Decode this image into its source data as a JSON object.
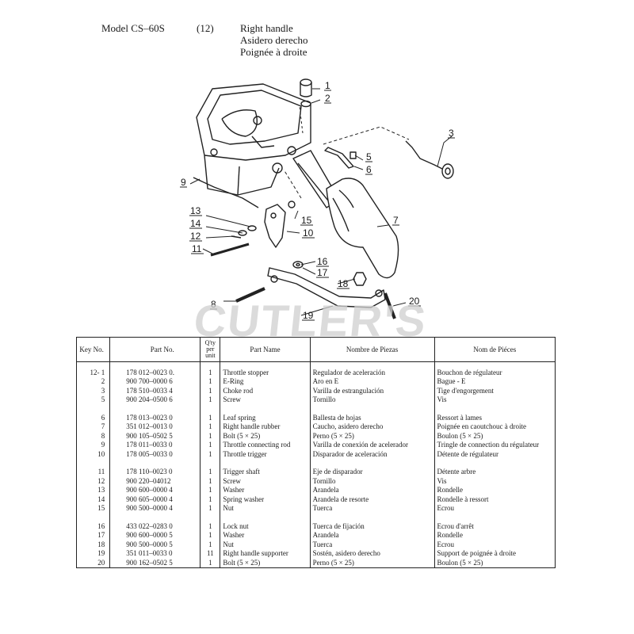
{
  "header": {
    "model": "Model  CS–60S",
    "figure_number": "(12)",
    "title_en": "Right handle",
    "title_es": "Asidero derecho",
    "title_fr": "Poignée à droite"
  },
  "watermark": "CUTLER'S",
  "diagram": {
    "callouts": [
      "1",
      "2",
      "3",
      "5",
      "6",
      "7",
      "9",
      "13",
      "14",
      "12",
      "11",
      "15",
      "10",
      "16",
      "17",
      "18",
      "8",
      "19",
      "20"
    ]
  },
  "table": {
    "headers": {
      "key": "Key No.",
      "part": "Part No.",
      "qty": "Q'ty per unit",
      "name": "Part Name",
      "es": "Nombre de Piezas",
      "fr": "Nom de Piéces"
    },
    "rows": [
      {
        "key": "12- 1",
        "part": "178 012–0023 0.",
        "qty": "1",
        "name": "Throttle stopper",
        "es": "Regulador de aceleración",
        "fr": "Bouchon de régulateur"
      },
      {
        "key": "2",
        "part": "900 700–0000 6",
        "qty": "1",
        "name": "E-Ring",
        "es": "Aro en E",
        "fr": "Bague - E"
      },
      {
        "key": "3",
        "part": "178 510–0033 4",
        "qty": "1",
        "name": "Choke rod",
        "es": "Varilla de estrangulación",
        "fr": "Tige d'engorgement"
      },
      {
        "key": "5",
        "part": "900 204–0500 6",
        "qty": "1",
        "name": "Screw",
        "es": "Tornillo",
        "fr": "Vis"
      },
      {
        "key": "6",
        "part": "178 013–0023 0",
        "qty": "1",
        "name": "Leaf spring",
        "es": "Ballesta de hojas",
        "fr": "Ressort à lames"
      },
      {
        "key": "7",
        "part": "351 012–0013 0",
        "qty": "1",
        "name": "Right handle rubber",
        "es": "Caucho, asidero derecho",
        "fr": "Poignée en caoutchouc à droite"
      },
      {
        "key": "8",
        "part": "900 105–0502 5",
        "qty": "1",
        "name": "Bolt (5 × 25)",
        "es": "Perno (5 × 25)",
        "fr": "Boulon (5 × 25)"
      },
      {
        "key": "9",
        "part": "178 011–0033 0",
        "qty": "1",
        "name": "Throttle connecting rod",
        "es": "Varilla de conexión de acelerador",
        "fr": "Tringle de connection du régulateur"
      },
      {
        "key": "10",
        "part": "178 005–0033 0",
        "qty": "1",
        "name": "Throttle trigger",
        "es": "Disparador de aceleración",
        "fr": "Détente de régulateur"
      },
      {
        "key": "11",
        "part": "178 110–0023 0",
        "qty": "1",
        "name": "Trigger shaft",
        "es": "Eje de disparador",
        "fr": "Détente arbre"
      },
      {
        "key": "12",
        "part": "900 220–04012",
        "qty": "1",
        "name": "Screw",
        "es": "Tornillo",
        "fr": "Vis"
      },
      {
        "key": "13",
        "part": "900 600–0000 4",
        "qty": "1",
        "name": "Washer",
        "es": "Arandela",
        "fr": "Rondelle"
      },
      {
        "key": "14",
        "part": "900 605–0000 4",
        "qty": "1",
        "name": "Spring washer",
        "es": "Arandela de resorte",
        "fr": "Rondelle à ressort"
      },
      {
        "key": "15",
        "part": "900 500–0000 4",
        "qty": "1",
        "name": "Nut",
        "es": "Tuerca",
        "fr": "Ecrou"
      },
      {
        "key": "16",
        "part": "433 022–0283 0",
        "qty": "1",
        "name": "Lock nut",
        "es": "Tuerca de fijación",
        "fr": "Ecrou d'arrêt"
      },
      {
        "key": "17",
        "part": "900 600–0000 5",
        "qty": "1",
        "name": "Washer",
        "es": "Arandela",
        "fr": "Rondelle"
      },
      {
        "key": "18",
        "part": "900 500–0000 5",
        "qty": "1",
        "name": "Nut",
        "es": "Tuerca",
        "fr": "Ecrou"
      },
      {
        "key": "19",
        "part": "351 011–0033 0",
        "qty": "11",
        "name": "Right handle supporter",
        "es": "Sostén, asidero derecho",
        "fr": "Support de poignée à droite"
      },
      {
        "key": "20",
        "part": "900 162–0502 5",
        "qty": "1",
        "name": "Bolt (5 × 25)",
        "es": "Perno (5 × 25)",
        "fr": "Boulon (5 × 25)"
      }
    ]
  }
}
